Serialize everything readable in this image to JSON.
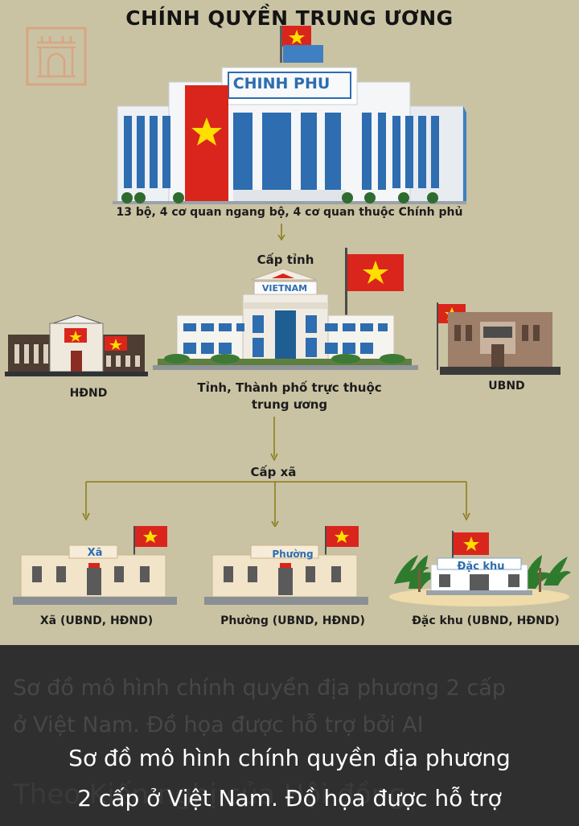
{
  "title": "CHÍNH QUYỀN TRUNG ƯƠNG",
  "central": {
    "sign": "CHINH PHU",
    "description": "13 bộ, 4 cơ quan ngang bộ, 4 cơ quan thuộc Chính phủ"
  },
  "province": {
    "level_label": "Cấp tỉnh",
    "sign": "VIETNAM",
    "name_line1": "Tỉnh, Thành phố trực thuộc",
    "name_line2": "trung ương",
    "left_label": "HĐND",
    "right_label": "UBND"
  },
  "commune": {
    "level_label": "Cấp xã",
    "units": [
      {
        "sign": "Xã",
        "label": "Xã (UBND, HĐND)"
      },
      {
        "sign": "Phường",
        "label": "Phường (UBND, HĐND)"
      },
      {
        "sign": "Đặc khu",
        "label": "Đặc khu (UBND, HĐND)"
      }
    ]
  },
  "caption": {
    "ghost_line1": "Sơ đồ mô hình chính quyền địa phương 2 cấp",
    "ghost_line2": "ở Việt Nam. Đồ họa được hỗ trợ bởi AI",
    "ghost_line3": "Theo Kiến nghị của Hội đồng",
    "line1": "Sơ đồ mô hình chính quyền địa phương",
    "line2": "2 cấp ở Việt Nam. Đồ họa được hỗ trợ"
  },
  "colors": {
    "background": "#c9c3a3",
    "flag_red": "#da251d",
    "star_yellow": "#ffde00",
    "connector": "#8a7a14",
    "caption_panel": "#2f2f2f"
  }
}
